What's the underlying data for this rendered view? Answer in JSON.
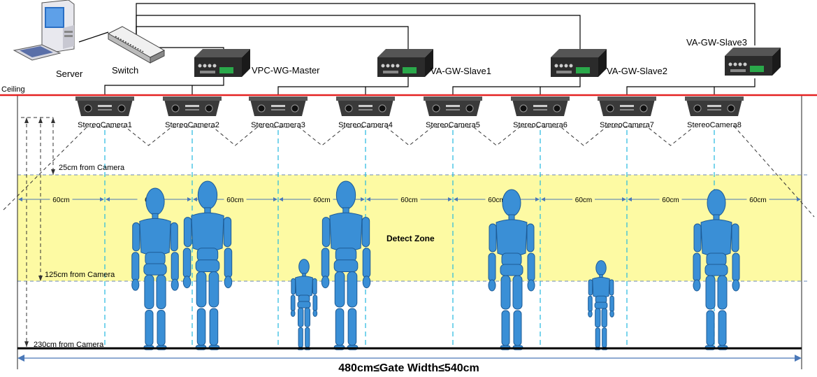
{
  "network": {
    "server_label": "Server",
    "switch_label": "Switch",
    "master_label": "VPC-WG-Master",
    "slave1_label": "VA-GW-Slave1",
    "slave2_label": "VA-GW-Slave2",
    "slave3_label": "VA-GW-Slave3"
  },
  "ceiling_label": "Ceiling",
  "cameras": [
    "StereoCamera1",
    "StereoCamera2",
    "StereoCamera3",
    "StereoCamera4",
    "StereoCamera5",
    "StereoCamera6",
    "StereoCamera7",
    "StereoCamera8"
  ],
  "distances": {
    "d25": "25cm from Camera",
    "d125": "125cm from Camera",
    "d230": "230cm from Camera"
  },
  "spacing_labels": [
    "60cm",
    "60",
    "60cm",
    "60cm",
    "60cm",
    "60cm",
    "60cm",
    "60cm",
    "60cm"
  ],
  "zone_label": "Detect Zone",
  "width_label": "480cm≤Gate Width≤540cm",
  "colors": {
    "zone": "#fdfaa3",
    "ceiling": "#e52222",
    "figure": "#3a8fd6",
    "figure_dark": "#1d5b96",
    "spacing_line": "#4a78b8",
    "camera_dash": "#22b8e0",
    "device": "#2b2b2b"
  }
}
